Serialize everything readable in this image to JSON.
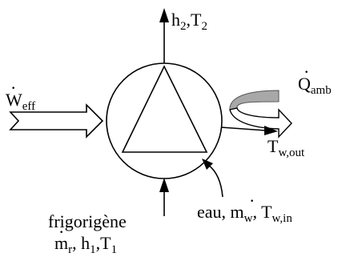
{
  "labels": {
    "top_h": "h",
    "top_h_sub": "2",
    "top_t": ",T",
    "top_t_sub": "2",
    "w_dot": "·",
    "w_main": "W",
    "w_sub": "eff",
    "q_dot": "·",
    "q_main": "Q",
    "q_sub": "amb",
    "tout_main": "T",
    "tout_sub": "w,out",
    "frig": "frigorigène",
    "m_dot": "·",
    "mr_main": "m",
    "mr_sub": "r",
    "h1_main": ", h",
    "h1_sub": "1",
    "t1_main": ",T",
    "t1_sub": "1",
    "eau": "eau, ",
    "mw_dot": "·",
    "mw_main": "m",
    "mw_sub": "w",
    "twin_sep": ", T",
    "twin_sub": "w,in"
  },
  "colors": {
    "stroke": "#000000",
    "ring": "#999999"
  }
}
